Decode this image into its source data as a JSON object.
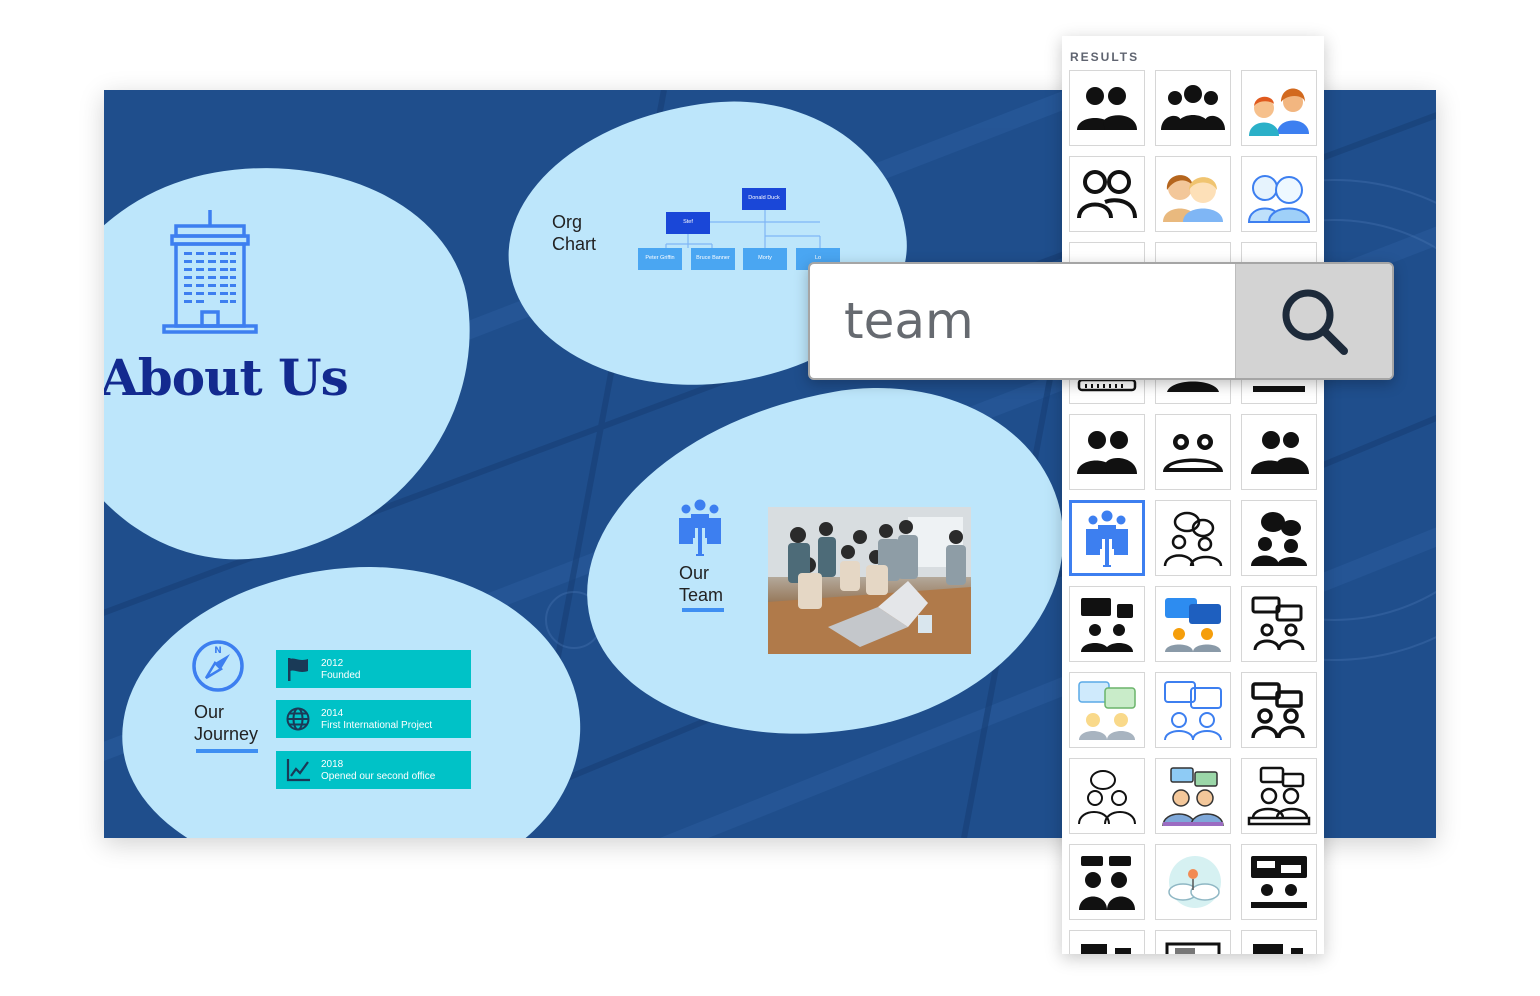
{
  "canvas": {
    "about": {
      "title": "About Us"
    },
    "org": {
      "label_line1": "Org",
      "label_line2": "Chart",
      "nodes": {
        "top": "Donald Duck",
        "left": "Stef",
        "child1": "Peter Griffin",
        "child2": "Bruce Banner",
        "child3": "Morty",
        "child4": "Lo"
      }
    },
    "team": {
      "label_line1": "Our",
      "label_line2": "Team"
    },
    "journey": {
      "label_line1": "Our",
      "label_line2": "Journey",
      "milestones": [
        {
          "year": "2012",
          "text": "Founded",
          "icon": "flag-icon"
        },
        {
          "year": "2014",
          "text": "First International Project",
          "icon": "globe-icon"
        },
        {
          "year": "2018",
          "text": "Opened our second office",
          "icon": "line-chart-icon"
        }
      ]
    }
  },
  "results": {
    "label": "RESULTS"
  },
  "search": {
    "query": "team",
    "button_icon": "search-icon"
  },
  "colors": {
    "canvas_bg": "#1f4e8c",
    "blob": "#bde6fb",
    "title": "#132a8f",
    "accent_blue": "#3f8ff2",
    "milestone": "#00c2c7",
    "selected_border": "#3d7ff0"
  }
}
